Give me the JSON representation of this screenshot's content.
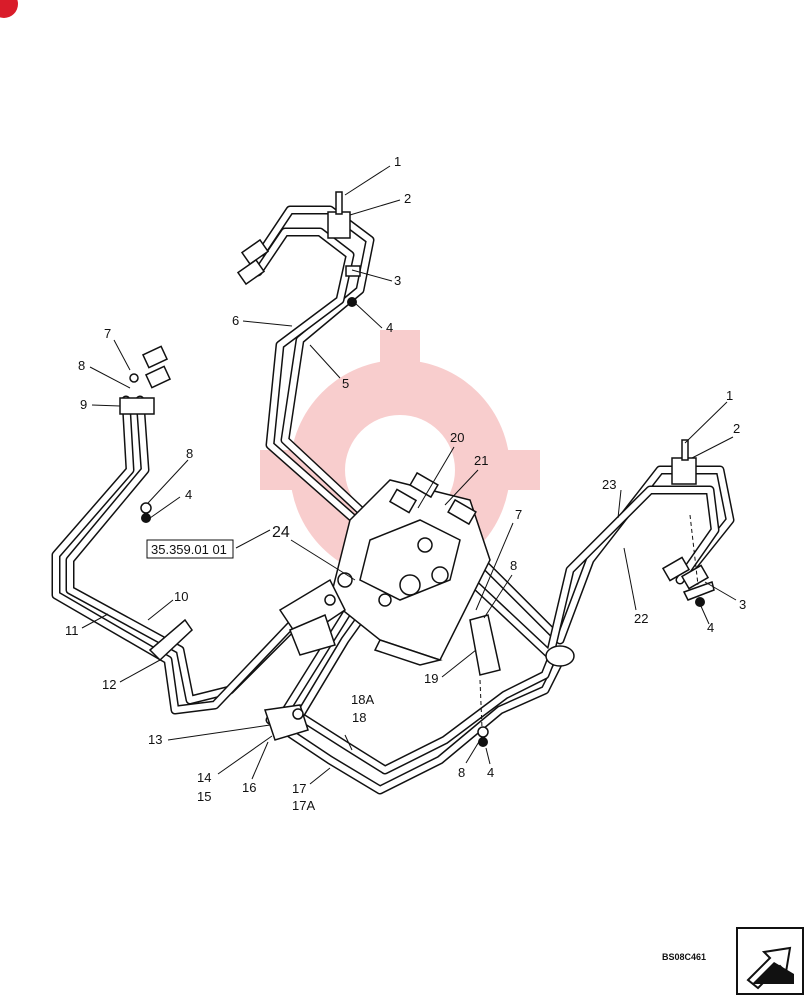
{
  "ref_code": "35.359.01 01",
  "drawing_number": "BS08C461",
  "watermark_color": "#e02020",
  "labels": [
    {
      "id": "l1a",
      "text": "1"
    },
    {
      "id": "l2a",
      "text": "2"
    },
    {
      "id": "l3a",
      "text": "3"
    },
    {
      "id": "l4a",
      "text": "4"
    },
    {
      "id": "l5",
      "text": "5"
    },
    {
      "id": "l6",
      "text": "6"
    },
    {
      "id": "l7a",
      "text": "7"
    },
    {
      "id": "l8a",
      "text": "8"
    },
    {
      "id": "l9",
      "text": "9"
    },
    {
      "id": "l8b",
      "text": "8"
    },
    {
      "id": "l4b",
      "text": "4"
    },
    {
      "id": "l10",
      "text": "10"
    },
    {
      "id": "l11",
      "text": "11"
    },
    {
      "id": "l12",
      "text": "12"
    },
    {
      "id": "l13",
      "text": "13"
    },
    {
      "id": "l14",
      "text": "14"
    },
    {
      "id": "l15",
      "text": "15"
    },
    {
      "id": "l16",
      "text": "16"
    },
    {
      "id": "l17",
      "text": "17"
    },
    {
      "id": "l17a",
      "text": "17A"
    },
    {
      "id": "l18",
      "text": "18"
    },
    {
      "id": "l18a",
      "text": "18A"
    },
    {
      "id": "l19",
      "text": "19"
    },
    {
      "id": "l20",
      "text": "20"
    },
    {
      "id": "l21",
      "text": "21"
    },
    {
      "id": "l7b",
      "text": "7"
    },
    {
      "id": "l8c",
      "text": "8"
    },
    {
      "id": "l8d",
      "text": "8"
    },
    {
      "id": "l4c",
      "text": "4"
    },
    {
      "id": "l1b",
      "text": "1"
    },
    {
      "id": "l2b",
      "text": "2"
    },
    {
      "id": "l23",
      "text": "23"
    },
    {
      "id": "l22",
      "text": "22"
    },
    {
      "id": "l3b",
      "text": "3"
    },
    {
      "id": "l4d",
      "text": "4"
    },
    {
      "id": "l24",
      "text": "24"
    }
  ]
}
